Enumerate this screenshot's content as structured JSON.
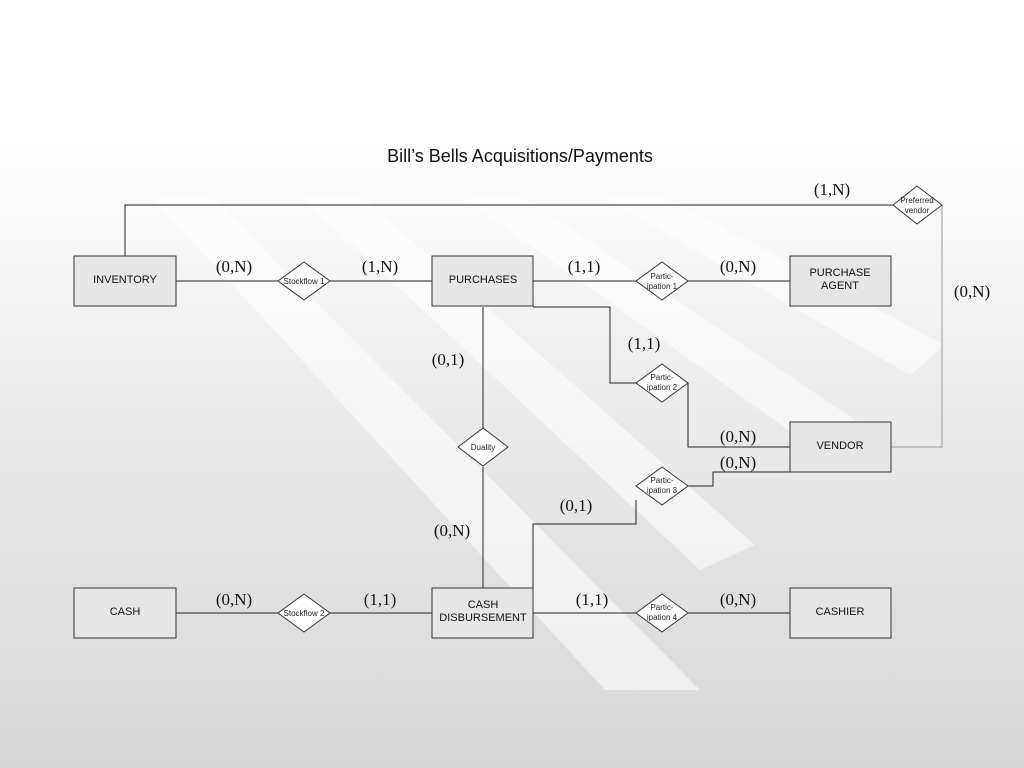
{
  "title": "Bill’s Bells Acquisitions/Payments",
  "entities": {
    "inventory": "INVENTORY",
    "purchases": "PURCHASES",
    "purchase_agent": [
      "PURCHASE",
      "AGENT"
    ],
    "vendor": "VENDOR",
    "cash": "CASH",
    "cash_disbursement": [
      "CASH",
      "DISBURSEMENT"
    ],
    "cashier": "CASHIER"
  },
  "relationships": {
    "stockflow_1": "Stockflow 1",
    "stockflow_2": "Stockflow 2",
    "participation_1": [
      "Partic-",
      "ipation 1"
    ],
    "participation_2": [
      "Partic-",
      "ipation 2"
    ],
    "participation_3": [
      "Partic-",
      "ipation 3"
    ],
    "participation_4": [
      "Partic-",
      "ipation 4"
    ],
    "duality": "Duality",
    "preferred_vendor": [
      "Preferred",
      "vendor"
    ]
  },
  "cardinalities": {
    "preferred_vendor_inventory": "(1,N)",
    "inventory_stockflow_1": "(0,N)",
    "purchases_stockflow_1": "(1,N)",
    "purchases_participation_1": "(1,1)",
    "purchase_agent_participation_1": "(0,N)",
    "preferred_vendor_vendor": "(0,N)",
    "purchases_participation_2": "(1,1)",
    "purchases_duality": "(0,1)",
    "vendor_participation_2": "(0,N)",
    "vendor_participation_3": "(0,N)",
    "cash_disbursement_participation_3": "(0,1)",
    "cash_disbursement_duality": "(0,N)",
    "cash_stockflow_2": "(0,N)",
    "cash_disbursement_stockflow_2": "(1,1)",
    "cash_disbursement_participation_4": "(1,1)",
    "cashier_participation_4": "(0,N)"
  }
}
